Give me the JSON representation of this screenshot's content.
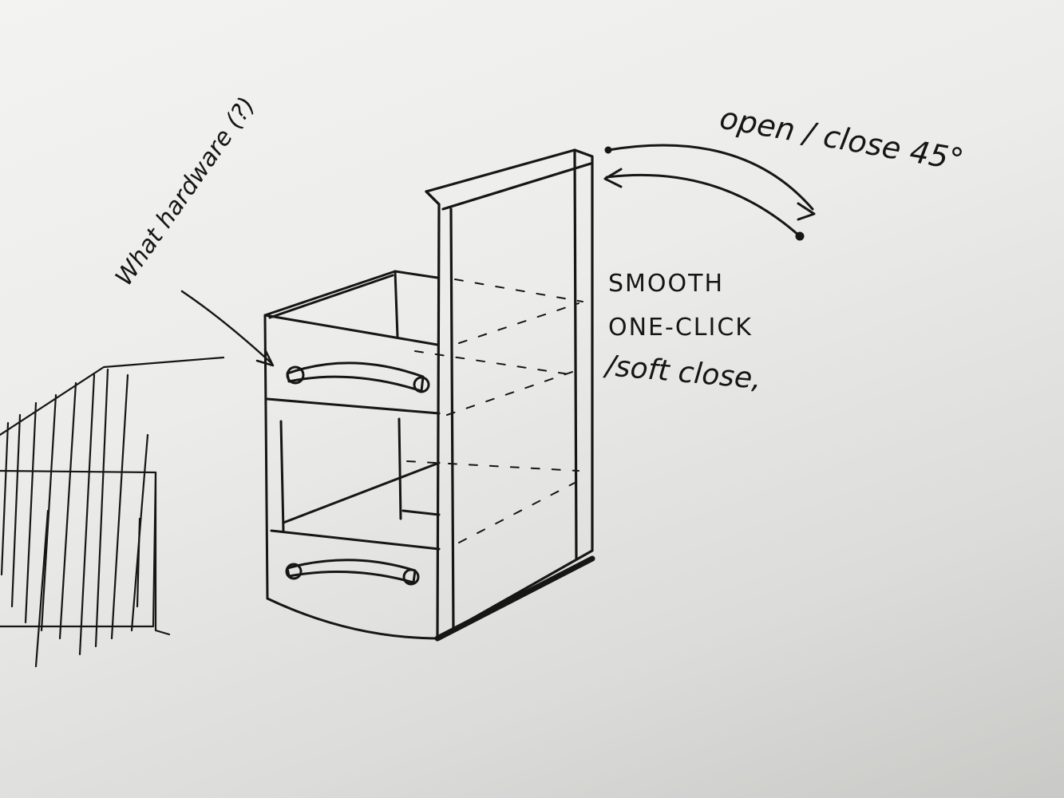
{
  "annotations": {
    "hardware_question": "What hardware (?)",
    "open_close": "open / close 45°",
    "feature_line1": "SMOOTH",
    "feature_line2": "ONE-CLICK",
    "feature_line3": "/soft close,"
  },
  "colors": {
    "paper": "#efefed",
    "ink": "#161616"
  }
}
